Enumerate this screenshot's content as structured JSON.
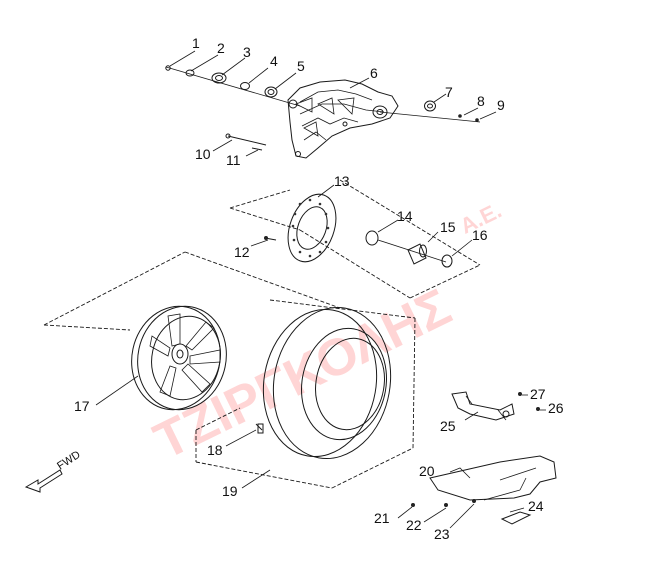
{
  "watermark": {
    "name": "ΤΖΙΡΓΚΟΛΗΣ",
    "suffix": "Α.Ε.",
    "color": "#ff0000"
  },
  "direction_label": "FWD",
  "callouts": [
    {
      "id": "1",
      "label": "1"
    },
    {
      "id": "2",
      "label": "2"
    },
    {
      "id": "3",
      "label": "3"
    },
    {
      "id": "4",
      "label": "4"
    },
    {
      "id": "5",
      "label": "5"
    },
    {
      "id": "6",
      "label": "6"
    },
    {
      "id": "7",
      "label": "7"
    },
    {
      "id": "8",
      "label": "8"
    },
    {
      "id": "9",
      "label": "9"
    },
    {
      "id": "10",
      "label": "10"
    },
    {
      "id": "11",
      "label": "11"
    },
    {
      "id": "12",
      "label": "12"
    },
    {
      "id": "13",
      "label": "13"
    },
    {
      "id": "14",
      "label": "14"
    },
    {
      "id": "15",
      "label": "15"
    },
    {
      "id": "16",
      "label": "16"
    },
    {
      "id": "17",
      "label": "17"
    },
    {
      "id": "18",
      "label": "18"
    },
    {
      "id": "19",
      "label": "19"
    },
    {
      "id": "20",
      "label": "20"
    },
    {
      "id": "21",
      "label": "21"
    },
    {
      "id": "22",
      "label": "22"
    },
    {
      "id": "23",
      "label": "23"
    },
    {
      "id": "24",
      "label": "24"
    },
    {
      "id": "25",
      "label": "25"
    },
    {
      "id": "26",
      "label": "26"
    },
    {
      "id": "27",
      "label": "27"
    }
  ]
}
